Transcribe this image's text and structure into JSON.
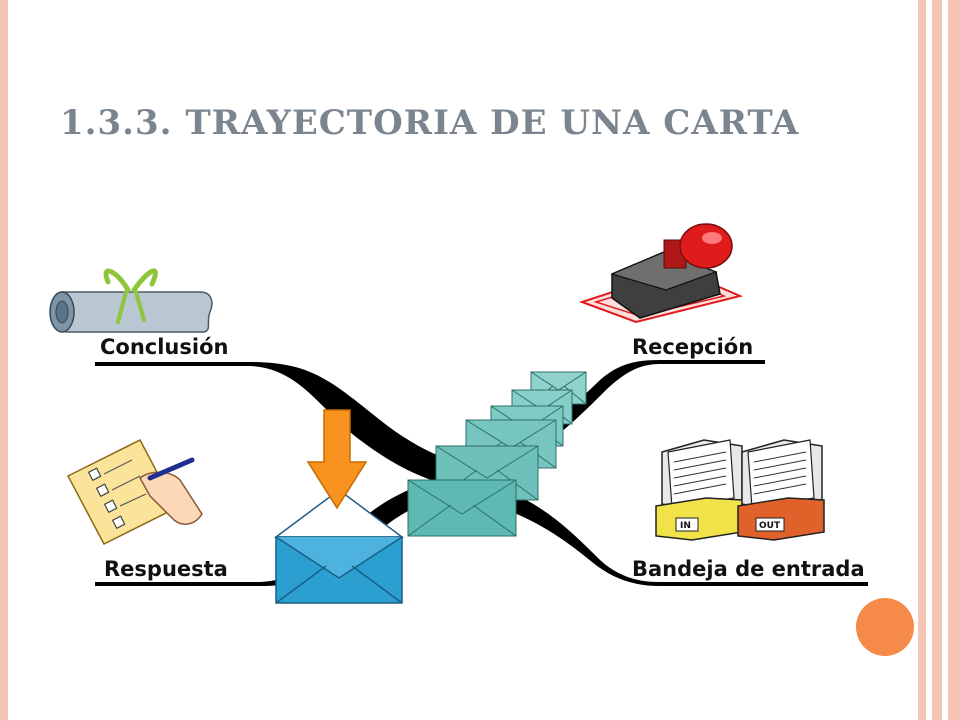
{
  "title": "1.3.3. TRAYECTORIA DE UNA CARTA",
  "labels": {
    "conclusion": "Conclusión",
    "respuesta": "Respuesta",
    "recepcion": "Recepción",
    "bandeja": "Bandeja de entrada"
  },
  "trays": {
    "in": "IN",
    "out": "OUT"
  },
  "colors": {
    "title": "#7a8590",
    "border": "#f4c4b4",
    "accent_dot": "#f58a4a",
    "envelope_small": "#7ecbc6",
    "envelope_large": "#2a9fd0",
    "arrow": "#f7931e",
    "stamp": "#e01b1b"
  },
  "icons": [
    "scroll-icon",
    "checklist-hand-icon",
    "stamp-icon",
    "in-out-trays-icon",
    "open-envelope-icon",
    "envelope-stack-icon",
    "down-arrow-icon"
  ]
}
